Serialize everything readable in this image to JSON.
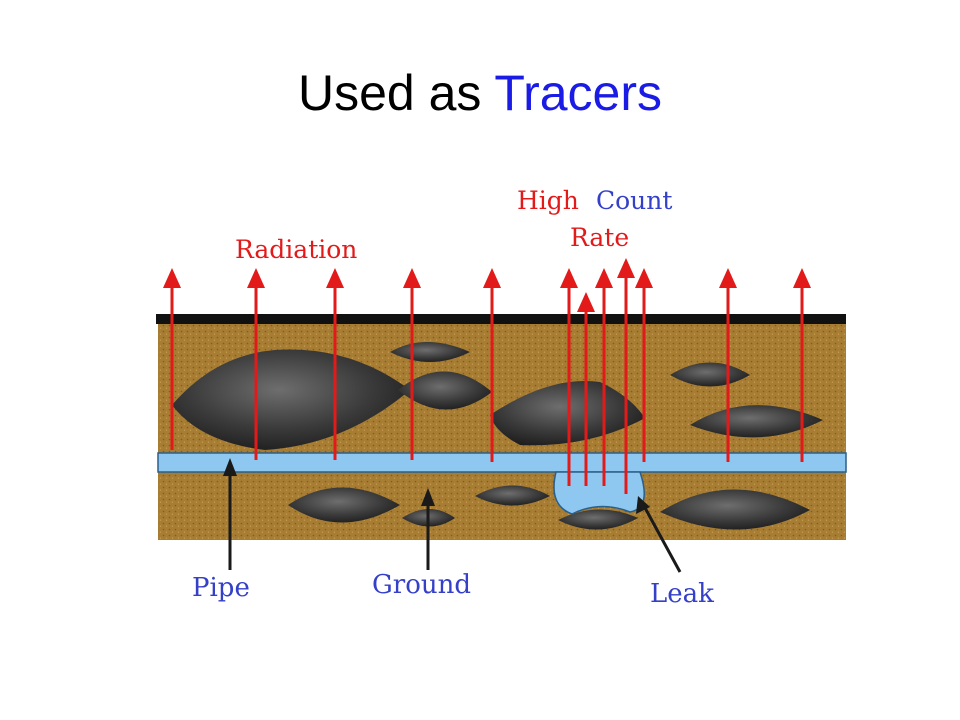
{
  "title": {
    "prefix": "Used as",
    "highlight": "Tracers"
  },
  "labels": {
    "radiation": "Radiation",
    "high": "High",
    "count": "Count",
    "rate": "Rate",
    "pipe": "Pipe",
    "ground": "Ground",
    "leak": "Leak"
  },
  "colors": {
    "title_highlight": "#1b1be6",
    "radiation": "#e21a1a",
    "count_label": "#3540c8",
    "ground": "#a77c33",
    "pipe": "#8ec8f0",
    "surface": "#111111",
    "rock": "#3a3a3a",
    "pointer": "#1a1a1a"
  }
}
